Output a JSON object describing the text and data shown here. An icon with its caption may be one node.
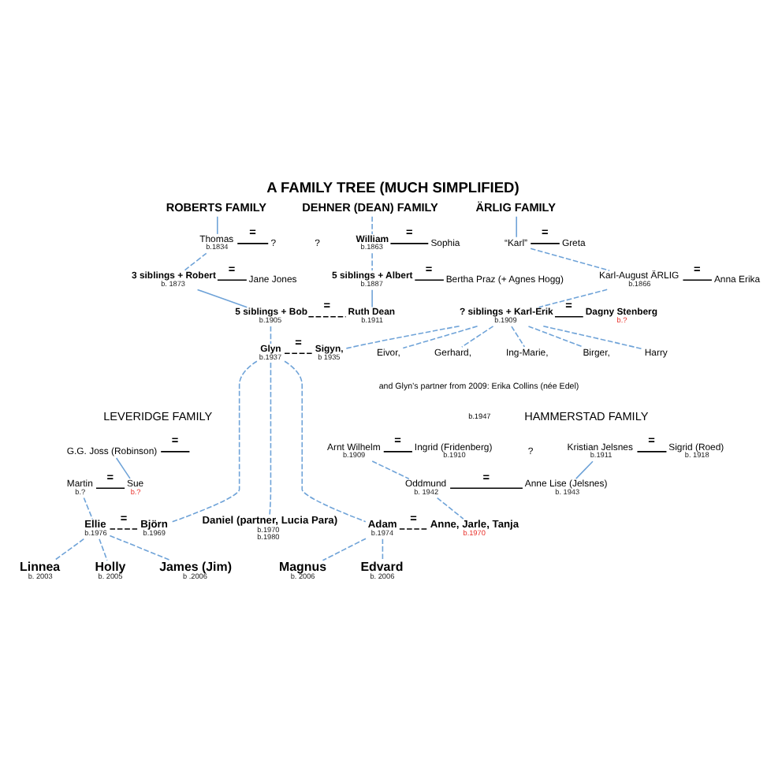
{
  "diagram": {
    "title": "A FAMILY TREE (MUCH SIMPLIFIED)",
    "nodes": [
      {
        "text": [
          "ROBERTS FAMILY"
        ]
      },
      {
        "text": [
          "DEHNER (DEAN) FAMILY"
        ]
      },
      {
        "text": [
          "ÄRLIG FAMILY"
        ]
      },
      {
        "text": [
          "Thomas"
        ],
        "beside": [
          "b.1834"
        ]
      },
      {
        "text": [
          "?"
        ]
      },
      {
        "text": [
          "William"
        ],
        "beside": [
          "b.1863"
        ]
      },
      {
        "text": [
          "Sophia"
        ]
      },
      {
        "text": [
          "“Karl”"
        ]
      },
      {
        "text": [
          "Greta"
        ]
      },
      {
        "text": [
          "Karl-August ÄRLIG"
        ],
        "beside": [
          "b.1866"
        ]
      },
      {
        "text": [
          "Anna Erika"
        ]
      },
      {
        "text": [
          "3 siblings + Robert"
        ],
        "beside": [
          "b. 1873"
        ]
      },
      {
        "text": [
          "Jane Jones"
        ]
      },
      {
        "text": [
          "5 siblings + Albert"
        ],
        "beside": [
          "b.1887"
        ]
      },
      {
        "text": [
          "Bertha Praz (+ Agnes Hogg)"
        ]
      },
      {
        "text": [
          "5 siblings + Bob"
        ],
        "beside": [
          "b.1905"
        ]
      },
      {
        "text": [
          "Ruth Dean"
        ],
        "beside": [
          "b.1911"
        ]
      },
      {
        "text": [
          "? siblings + Karl-Erik"
        ],
        "beside": [
          "b.1909"
        ]
      },
      {
        "text": [
          "Dagny Stenberg"
        ],
        "beside": [
          "b.?"
        ]
      },
      {
        "text": [
          "Glyn"
        ],
        "beside": [
          "b.1937"
        ]
      },
      {
        "text": [
          "Sigyn,"
        ],
        "beside": [
          "b 1935"
        ]
      },
      {
        "text": [
          "Eivor,"
        ]
      },
      {
        "text": [
          "Gerhard,"
        ]
      },
      {
        "text": [
          "Ing-Marie,"
        ]
      },
      {
        "text": [
          "Birger,"
        ]
      },
      {
        "text": [
          "Harry"
        ]
      },
      {
        "text": [
          "Arnt Wilhelm"
        ],
        "beside": [
          "b.1909"
        ]
      },
      {
        "text": [
          "Ingrid (Fridenberg)"
        ],
        "beside": [
          "b.1910"
        ]
      },
      {
        "text": [
          "G.G. Joss (Robinson)"
        ]
      },
      {
        "text": [
          "Kristian Jelsnes"
        ],
        "beside": [
          "b.1911"
        ]
      },
      {
        "text": [
          "Sigrid (Roed)"
        ],
        "beside": [
          "b. 1918"
        ]
      },
      {
        "text": [
          "Martin"
        ],
        "beside": [
          "b.?"
        ]
      },
      {
        "text": [
          "Sue"
        ],
        "beside": [
          "b.?"
        ]
      },
      {
        "text": [
          "Oddmund"
        ],
        "beside": [
          "b. 1942"
        ]
      },
      {
        "text": [
          "Anne Lise (Jelsnes)"
        ],
        "beside": [
          "b. 1943"
        ]
      },
      {
        "text": [
          "Ellie"
        ],
        "beside": [
          "b.1976"
        ]
      },
      {
        "text": [
          "Björn"
        ],
        "beside": [
          "b.1969"
        ]
      },
      {
        "text": [
          "Daniel (partner, Lucia Para)"
        ],
        "beside": [
          "b.1970",
          "b.1980"
        ]
      },
      {
        "text": [
          "Adam"
        ],
        "beside": [
          "b.1974"
        ]
      },
      {
        "text": [
          "Anne, Jarle, Tanja"
        ],
        "beside": [
          "b.1970"
        ]
      },
      {
        "text": [
          "Linnea"
        ],
        "beside": [
          "b. 2003"
        ]
      },
      {
        "text": [
          "Holly"
        ],
        "beside": [
          "b. 2005"
        ]
      },
      {
        "text": [
          "James (Jim)"
        ],
        "beside": [
          "b .2006"
        ]
      },
      {
        "text": [
          "Magnus"
        ],
        "beside": [
          "b. 2006"
        ]
      },
      {
        "text": [
          "Edvard"
        ],
        "beside": [
          "b. 2006"
        ]
      }
    ],
    "edges": [
      {
        "from": 0,
        "to": 3,
        "arrow": "none"
      },
      {
        "from": 1,
        "to": 5,
        "arrow": "none",
        "style": "dashed"
      },
      {
        "from": 2,
        "to": 7,
        "arrow": "none"
      },
      {
        "from": 3,
        "to": 4,
        "arrow": "none",
        "label": "=",
        "color": "#000000"
      },
      {
        "from": 5,
        "to": 6,
        "arrow": "none",
        "label": "=",
        "color": "#000000"
      },
      {
        "from": 7,
        "to": 8,
        "arrow": "none",
        "label": "=",
        "color": "#000000"
      },
      {
        "from": 3,
        "to": 11,
        "arrow": "none",
        "style": "dashed"
      },
      {
        "from": 5,
        "to": 13,
        "arrow": "none",
        "style": "dashed"
      },
      {
        "from": 7,
        "to": 9,
        "arrow": "none",
        "style": "dashed"
      },
      {
        "from": 9,
        "to": 10,
        "arrow": "none",
        "label": "=",
        "color": "#000000"
      },
      {
        "from": 9,
        "to": 17,
        "arrow": "none",
        "style": "dashed"
      },
      {
        "from": 11,
        "to": 12,
        "arrow": "none",
        "label": "=",
        "color": "#000000"
      },
      {
        "from": 13,
        "to": 14,
        "arrow": "none",
        "label": "=",
        "color": "#000000"
      },
      {
        "from": 11,
        "to": 15,
        "arrow": "none"
      },
      {
        "from": 13,
        "to": 16,
        "arrow": "none"
      },
      {
        "from": 15,
        "to": 16,
        "arrow": "none",
        "label": "=",
        "style": "dashed",
        "color": "#000000"
      },
      {
        "from": 17,
        "to": 18,
        "arrow": "none",
        "label": "=",
        "color": "#000000"
      },
      {
        "from": 15,
        "to": 19,
        "arrow": "none",
        "style": "dashed"
      },
      {
        "from": 17,
        "to": 20,
        "arrow": "none",
        "style": "dashed"
      },
      {
        "from": 17,
        "to": 21,
        "arrow": "none",
        "style": "dashed"
      },
      {
        "from": 17,
        "to": 22,
        "arrow": "none",
        "style": "dashed"
      },
      {
        "from": 17,
        "to": 23,
        "arrow": "none",
        "style": "dashed"
      },
      {
        "from": 17,
        "to": 24,
        "arrow": "none",
        "style": "dashed"
      },
      {
        "from": 17,
        "to": 25,
        "arrow": "none",
        "style": "dashed"
      },
      {
        "from": 19,
        "to": 20,
        "arrow": "none",
        "label": "=",
        "style": "dashed",
        "color": "#000000"
      },
      {
        "from": 19,
        "to": 36,
        "arrow": "none",
        "style": "dashed"
      },
      {
        "from": 19,
        "to": 37,
        "arrow": "none",
        "style": "dashed"
      },
      {
        "from": 19,
        "to": 38,
        "arrow": "none",
        "style": "dashed"
      },
      {
        "from": 26,
        "to": 27,
        "arrow": "none",
        "label": "=",
        "color": "#000000"
      },
      {
        "from": null,
        "to": 28,
        "arrow": "none",
        "label": "=",
        "color": "#000000"
      },
      {
        "from": 29,
        "to": 30,
        "arrow": "none",
        "label": "=",
        "color": "#000000"
      },
      {
        "from": 28,
        "to": 32,
        "arrow": "none"
      },
      {
        "from": 26,
        "to": 33,
        "arrow": "none",
        "style": "dashed"
      },
      {
        "from": 29,
        "to": 34,
        "arrow": "none"
      },
      {
        "from": 31,
        "to": 32,
        "arrow": "none",
        "label": "=",
        "color": "#000000"
      },
      {
        "from": 33,
        "to": 34,
        "arrow": "none",
        "label": "=",
        "color": "#000000"
      },
      {
        "from": 31,
        "to": 35,
        "arrow": "none",
        "style": "dashed"
      },
      {
        "from": 33,
        "to": 39,
        "arrow": "none",
        "style": "dashed"
      },
      {
        "from": 35,
        "to": 36,
        "arrow": "none",
        "label": "=",
        "style": "dashed",
        "color": "#000000"
      },
      {
        "from": 38,
        "to": 39,
        "arrow": "none",
        "label": "=",
        "style": "dashed",
        "color": "#000000"
      },
      {
        "from": 35,
        "to": 40,
        "arrow": "none",
        "style": "dashed"
      },
      {
        "from": 35,
        "to": 41,
        "arrow": "none",
        "style": "dashed"
      },
      {
        "from": 35,
        "to": 42,
        "arrow": "none",
        "style": "dashed"
      },
      {
        "from": 38,
        "to": 43,
        "arrow": "none",
        "style": "dashed"
      },
      {
        "from": 38,
        "to": 44,
        "arrow": "none",
        "style": "dashed"
      }
    ],
    "labels": [
      "?",
      "and Glyn’s partner from 2009: Erika Collins (née Edel)",
      "b.1947",
      "HAMMERSTAD FAMILY",
      "LEVERIDGE FAMILY",
      "?"
    ]
  }
}
